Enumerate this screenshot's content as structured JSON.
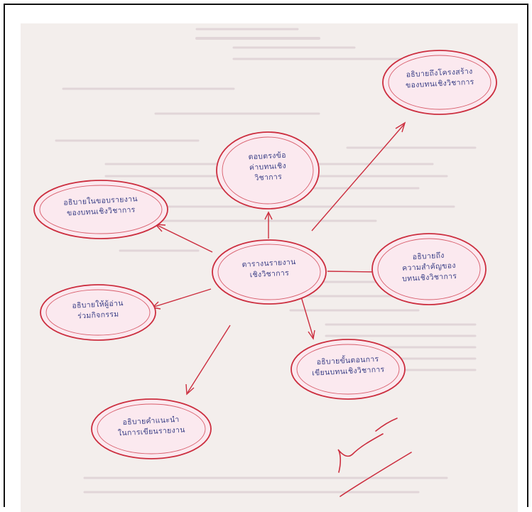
{
  "bubbles": [
    {
      "id": "center",
      "lines": [
        "ตารางนรายงาน",
        "เชิงวิชาการ"
      ],
      "fill": "#fbe9ef"
    },
    {
      "id": "top",
      "lines": [
        "ตอบตรงข้อ",
        "ค่าบทนเชิง",
        "วิชาการ"
      ],
      "fill": "#fbe9ef"
    },
    {
      "id": "top-right",
      "lines": [
        "อธิบายถึงโครงสร้าง",
        "ของบทนเชิงวิชาการ"
      ],
      "fill": "#fbe9ef"
    },
    {
      "id": "left",
      "lines": [
        "อธิบายในขอบรายงาน",
        "ของบทนเชิงวิชาการ"
      ],
      "fill": "#fbe9ef"
    },
    {
      "id": "right",
      "lines": [
        "อธิบายถึง",
        "ความสำคัญของ",
        "บทนเชิงวิชาการ"
      ],
      "fill": "#fbe9ef"
    },
    {
      "id": "left-mid",
      "lines": [
        "อธิบายให้ผู้อ่าน",
        "ร่วมกิจกรรม"
      ],
      "fill": "#fbe9ef"
    },
    {
      "id": "bottom-right",
      "lines": [
        "อธิบายขั้นตอนการ",
        "เขียนบทนเชิงวิชาการ"
      ],
      "fill": "#fbe9ef"
    },
    {
      "id": "bottom-left",
      "lines": [
        "อธิบายคำแนะนำ",
        "ในการเขียนรายงาน"
      ],
      "fill": "#fbe9ef"
    }
  ],
  "colors": {
    "ink_red": "#cc2e3f",
    "ink_blue": "#3a3f86",
    "paper": "#f3eeec",
    "faded_text": "#d9ccd0"
  }
}
